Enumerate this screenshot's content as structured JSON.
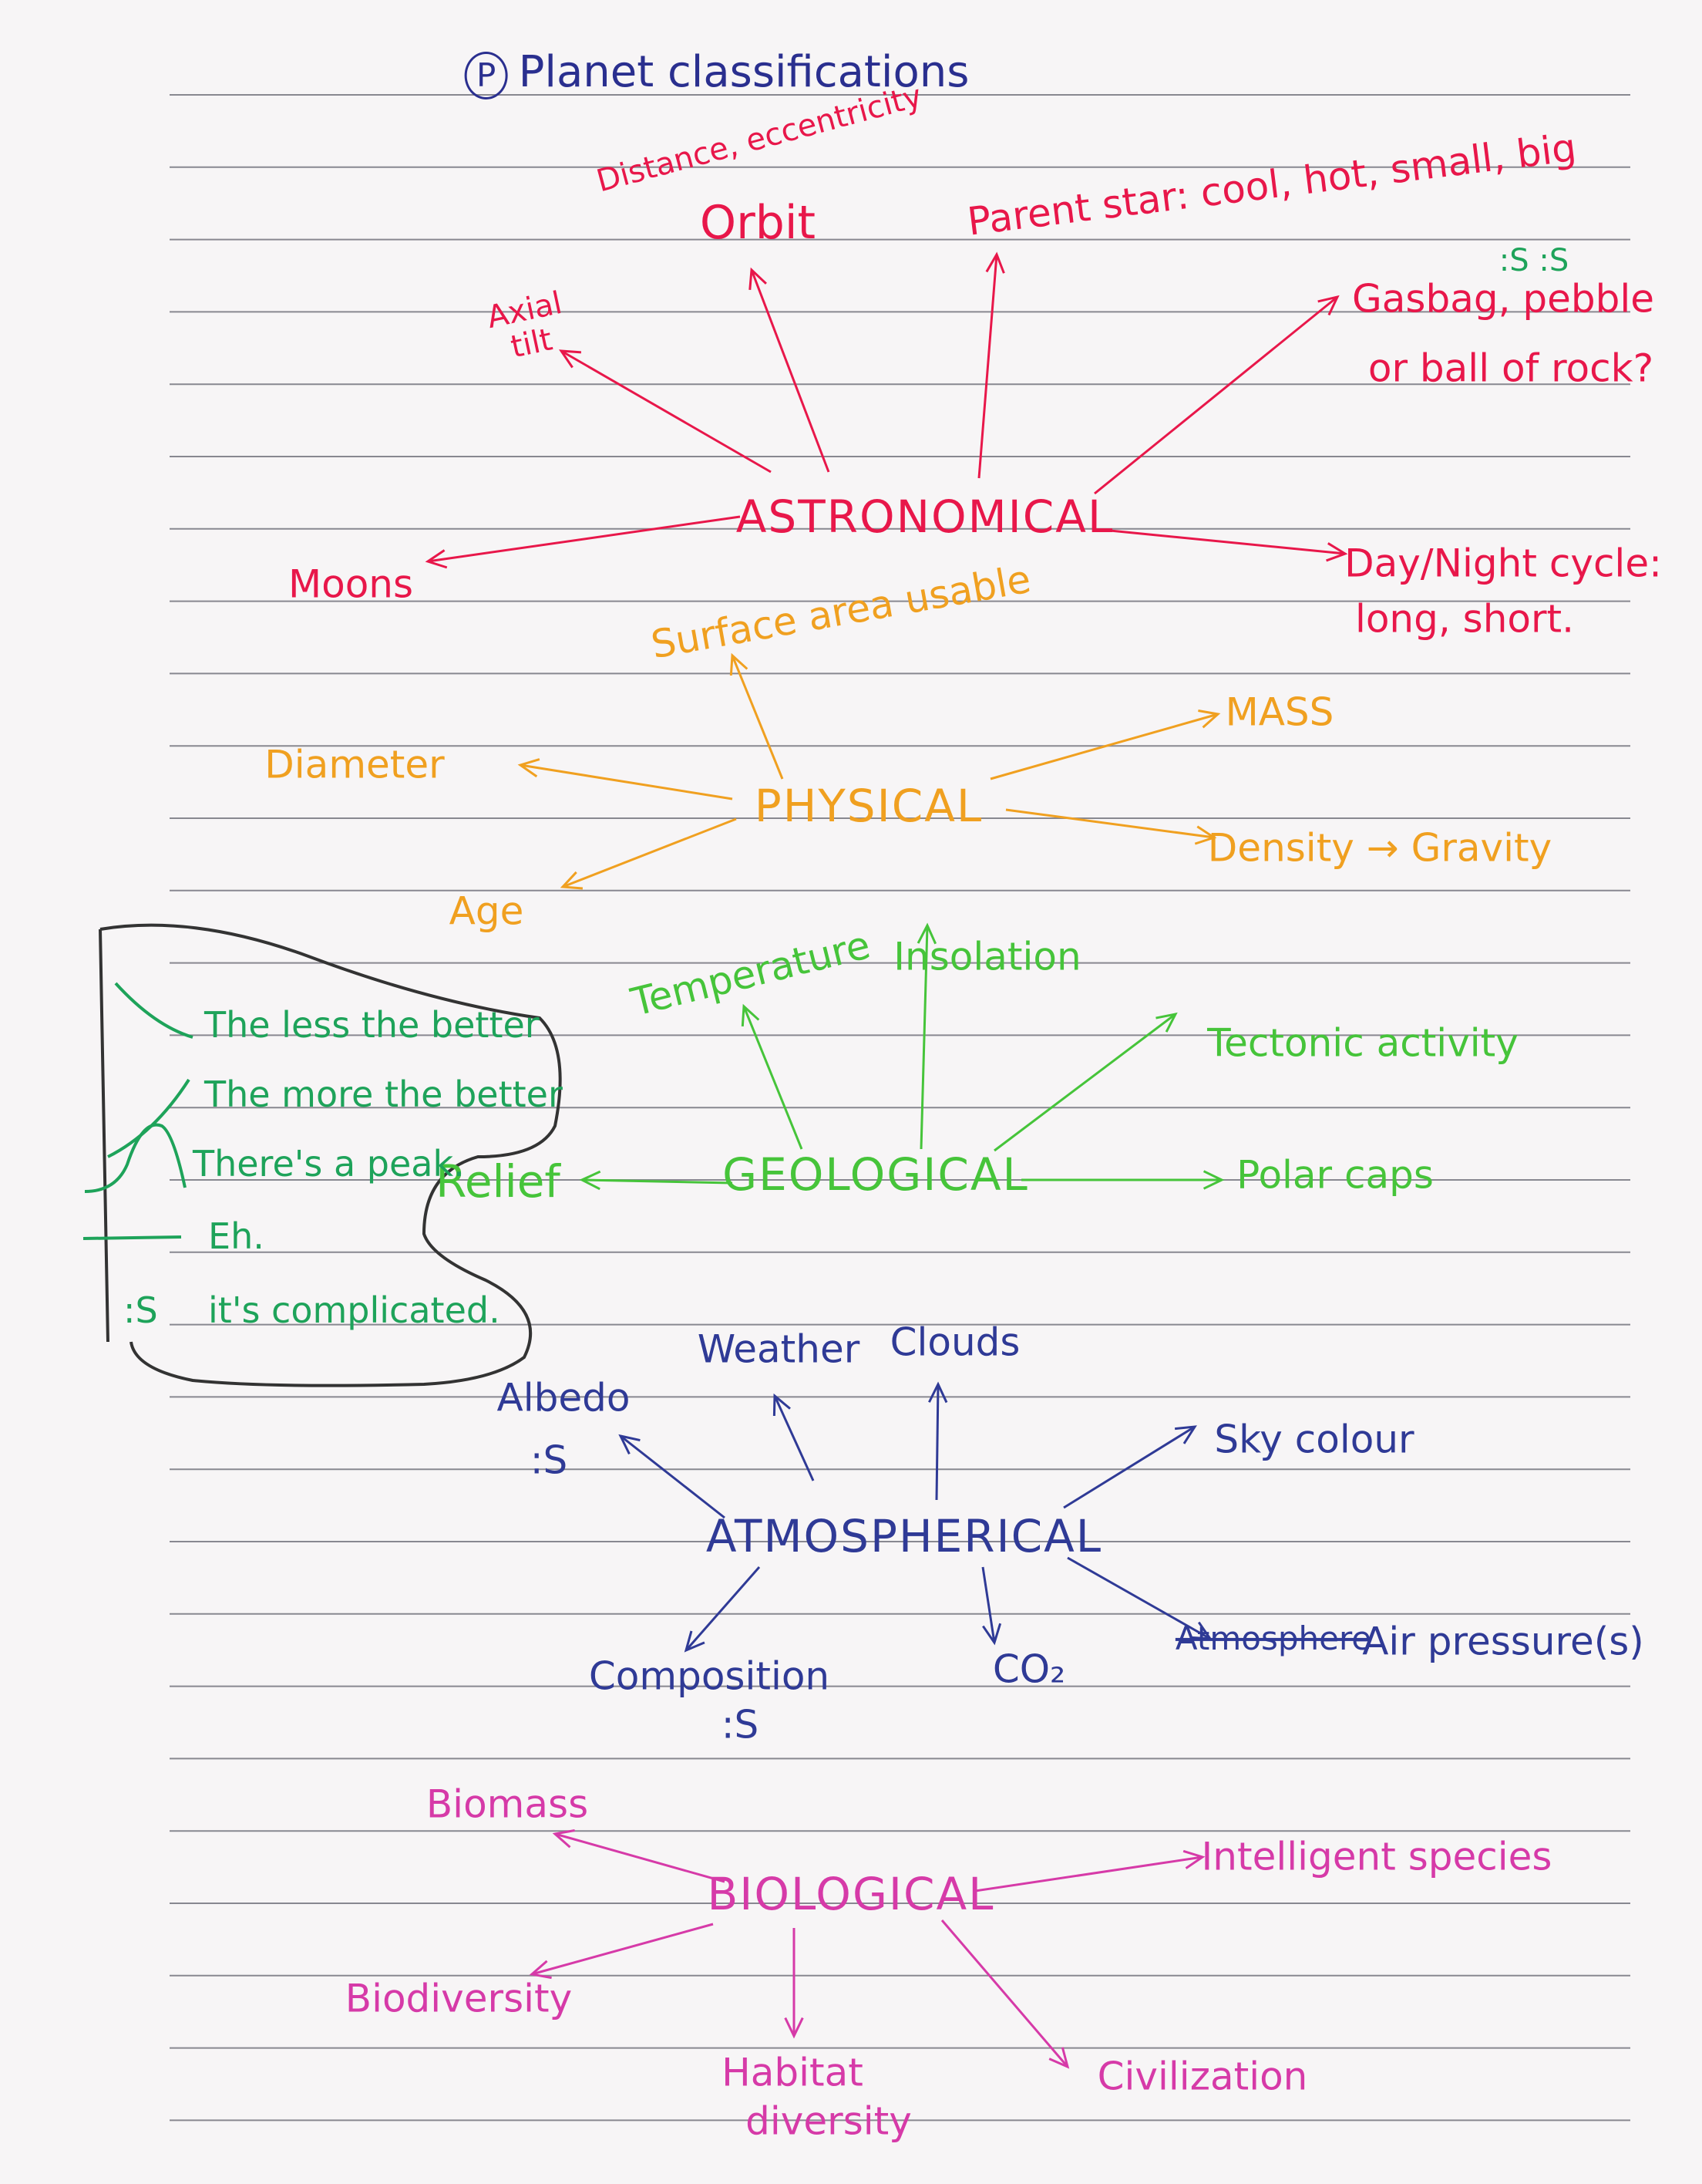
{
  "title": {
    "marker": "P",
    "text": "Planet classifications"
  },
  "colors": {
    "astronomical": "#e8174a",
    "physical": "#f0a020",
    "geological": "#46c43a",
    "atmospherical": "#2f3a96",
    "biological": "#d63aa8",
    "legend": "#1ea35a",
    "title": "#2a2f8f"
  },
  "astronomical": {
    "hub": "ASTRONOMICAL",
    "distance": "Distance, eccentricity",
    "orbit": "Orbit",
    "parent_star": "Parent star: cool, hot, small, big",
    "gasbag_line1": "Gasbag, pebble",
    "gasbag_line2": "or ball of rock?",
    "gasbag_marks": ":S   :S",
    "axial_tilt": "Axial tilt",
    "moons": "Moons",
    "daynight_line1": "Day/Night cycle:",
    "daynight_line2": "long, short."
  },
  "physical": {
    "hub": "PHYSICAL",
    "surface": "Surface area usable",
    "mass": "MASS",
    "diameter": "Diameter",
    "density": "Density → Gravity",
    "age": "Age"
  },
  "geological": {
    "hub": "GEOLOGICAL",
    "temperature": "Temperature",
    "insolation": "Insolation",
    "tectonic": "Tectonic activity",
    "relief": "Relief",
    "polar": "Polar caps"
  },
  "atmospherical": {
    "hub": "ATMOSPHERICAL",
    "weather": "Weather",
    "clouds": "Clouds",
    "albedo": "Albedo",
    "albedo_mark": ":S",
    "sky": "Sky colour",
    "composition": "Composition",
    "composition_mark": ":S",
    "co2": "CO₂",
    "struck": "Atmosphere",
    "air_pressure": "Air pressure(s)"
  },
  "biological": {
    "hub": "BIOLOGICAL",
    "biomass": "Biomass",
    "intelligent": "Intelligent species",
    "biodiversity": "Biodiversity",
    "habitat_line1": "Habitat",
    "habitat_line2": "diversity",
    "civilization": "Civilization"
  },
  "legend": {
    "items": [
      {
        "symbol": "decreasing-curve",
        "label": "The less the better"
      },
      {
        "symbol": "increasing-curve",
        "label": "The more the better"
      },
      {
        "symbol": "peak-curve",
        "label": "There's a peak."
      },
      {
        "symbol": "flat-line",
        "label": "Eh."
      },
      {
        "symbol": ":S",
        "label": "it's complicated."
      }
    ]
  }
}
